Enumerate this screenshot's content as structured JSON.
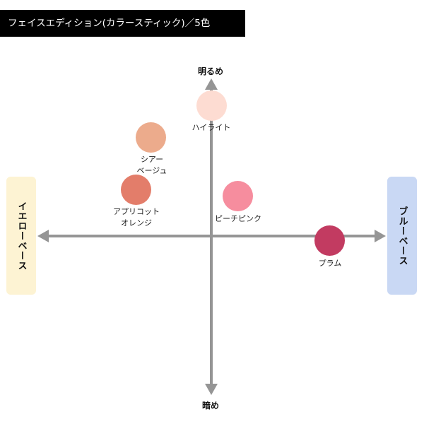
{
  "title": "フェイスエディション(カラースティック)／5色",
  "axes": {
    "top": "明るめ",
    "bottom": "暗め",
    "left": "イエローベース",
    "right": "ブルーベース"
  },
  "colors": {
    "axis": "#959595",
    "yellow_base_bg": "#fdf3d3",
    "blue_base_bg": "#c9d8f4"
  },
  "swatches": [
    {
      "id": "highlight",
      "label_lines": [
        "ハイライト"
      ],
      "color": "#fddcd2"
    },
    {
      "id": "sheer-beige",
      "label_lines": [
        "シアー",
        "ベージュ"
      ],
      "color": "#ecab8c"
    },
    {
      "id": "apricot-orange",
      "label_lines": [
        "アプリコット",
        "オレンジ"
      ],
      "color": "#e37d6a"
    },
    {
      "id": "peach-pink",
      "label_lines": [
        "ピーチピンク"
      ],
      "color": "#f68d9e"
    },
    {
      "id": "plum",
      "label_lines": [
        "プラム"
      ],
      "color": "#c23b61"
    }
  ]
}
